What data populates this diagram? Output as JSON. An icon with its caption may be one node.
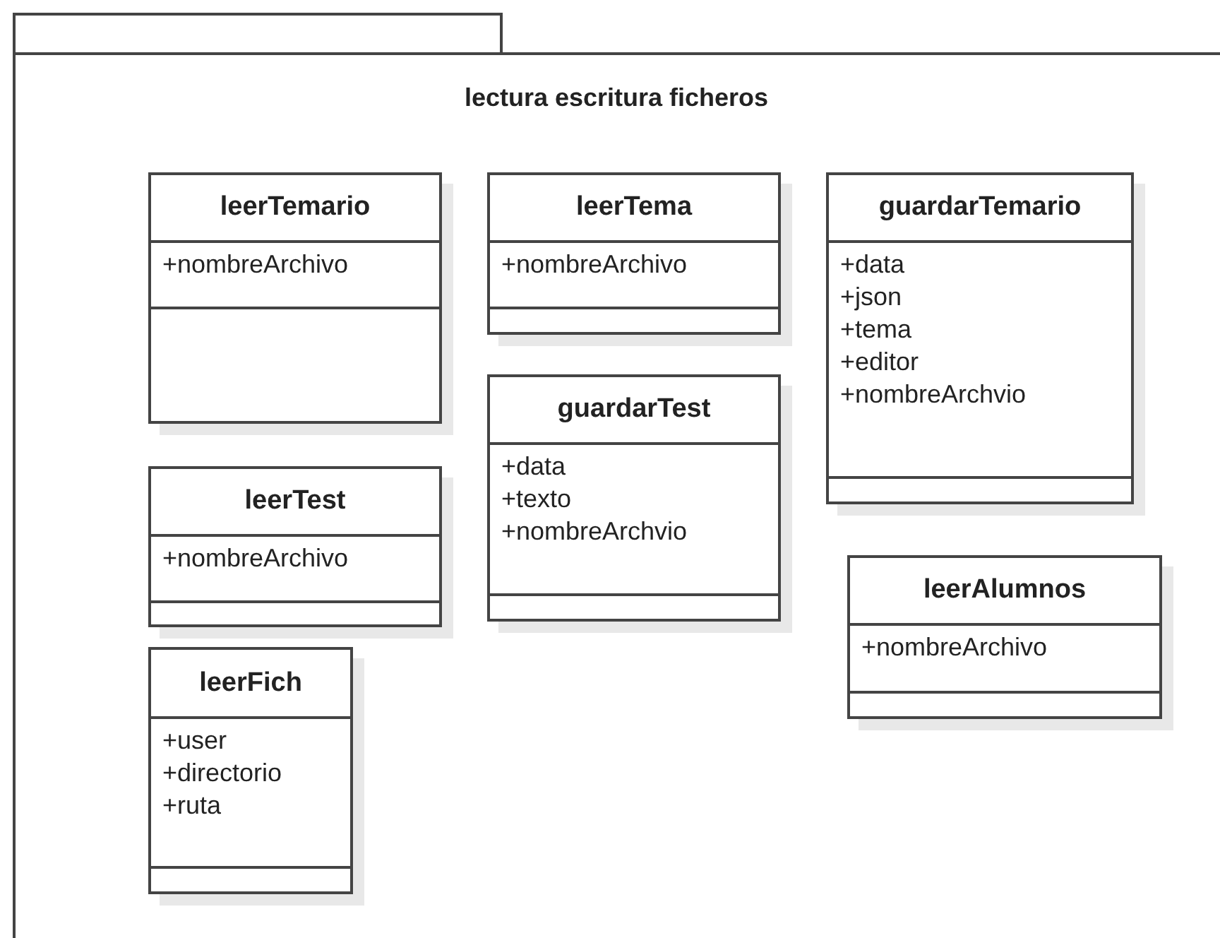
{
  "diagram": {
    "nodes": [
      {
        "text": [
          "lectura escritura ficheros"
        ]
      },
      {
        "text": [
          "leerTemario",
          "+nombreArchivo"
        ],
        "in": 0
      },
      {
        "text": [
          "leerTema",
          "+nombreArchivo"
        ],
        "in": 0
      },
      {
        "text": [
          "guardarTemario",
          "+data",
          "+json",
          "+tema",
          "+editor",
          "+nombreArchvio"
        ],
        "in": 0
      },
      {
        "text": [
          "guardarTest",
          "+data",
          "+texto",
          "+nombreArchvio"
        ],
        "in": 0
      },
      {
        "text": [
          "leerTest",
          "+nombreArchivo"
        ],
        "in": 0
      },
      {
        "text": [
          "leerAlumnos",
          "+nombreArchivo"
        ],
        "in": 0
      },
      {
        "text": [
          "leerFich",
          "+user",
          "+directorio",
          "+ruta"
        ],
        "in": 0
      }
    ]
  }
}
